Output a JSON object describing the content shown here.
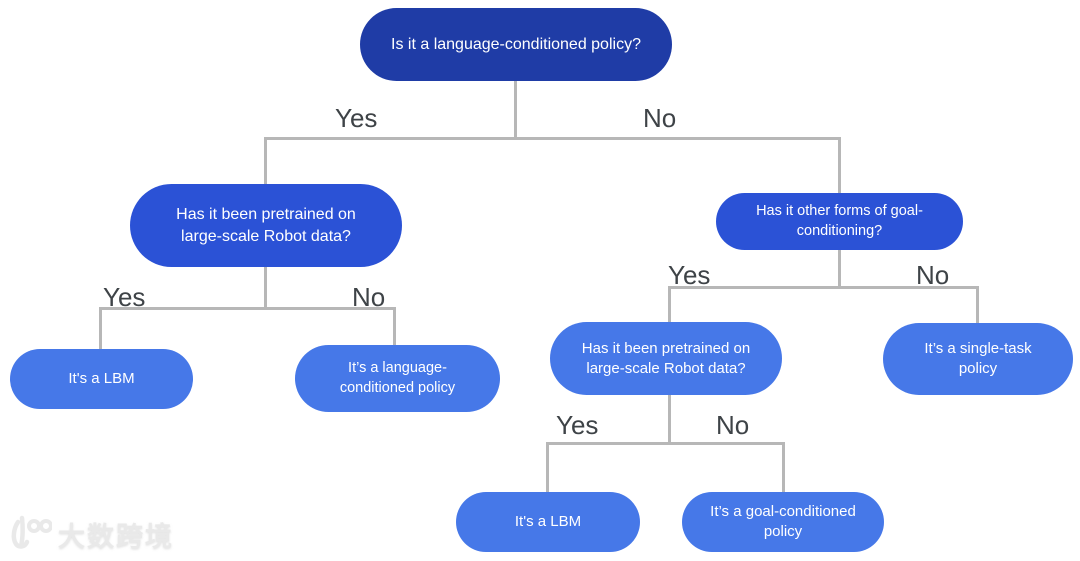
{
  "diagram": {
    "type": "decision-tree-flowchart",
    "nodes": {
      "root": {
        "text": "Is it a language-conditioned policy?",
        "level": 1
      },
      "pretrained_left": {
        "text": "Has it been pretrained on large-scale Robot data?",
        "level": 2
      },
      "goal_forms": {
        "text": "Has it other forms of goal-conditioning?",
        "level": 2
      },
      "lbm_left": {
        "text": "It's a LBM",
        "level": 3
      },
      "language_conditioned": {
        "text": "It’s a language-conditioned policy",
        "level": 3
      },
      "pretrained_right": {
        "text": "Has it been pretrained on large-scale Robot data?",
        "level": 3
      },
      "single_task": {
        "text": "It’s a single-task policy",
        "level": 3
      },
      "lbm_bottom": {
        "text": "It's a LBM",
        "level": 4
      },
      "goal_conditioned": {
        "text": "It’s a goal-conditioned policy",
        "level": 4
      }
    },
    "edges": {
      "root_yes": "Yes",
      "root_no": "No",
      "pretrained_left_yes": "Yes",
      "pretrained_left_no": "No",
      "goal_forms_yes": "Yes",
      "goal_forms_no": "No",
      "pretrained_right_yes": "Yes",
      "pretrained_right_no": "No"
    },
    "colors": {
      "level1_node": "#1f3ca6",
      "level2_node": "#2b52d6",
      "level3_node": "#4678e8",
      "connector_line": "#b7b7b7",
      "edge_label_text": "#3e4347",
      "node_text": "#ffffff"
    }
  },
  "watermark": {
    "logo_icon": "10100-logo",
    "text": "大数跨境"
  }
}
